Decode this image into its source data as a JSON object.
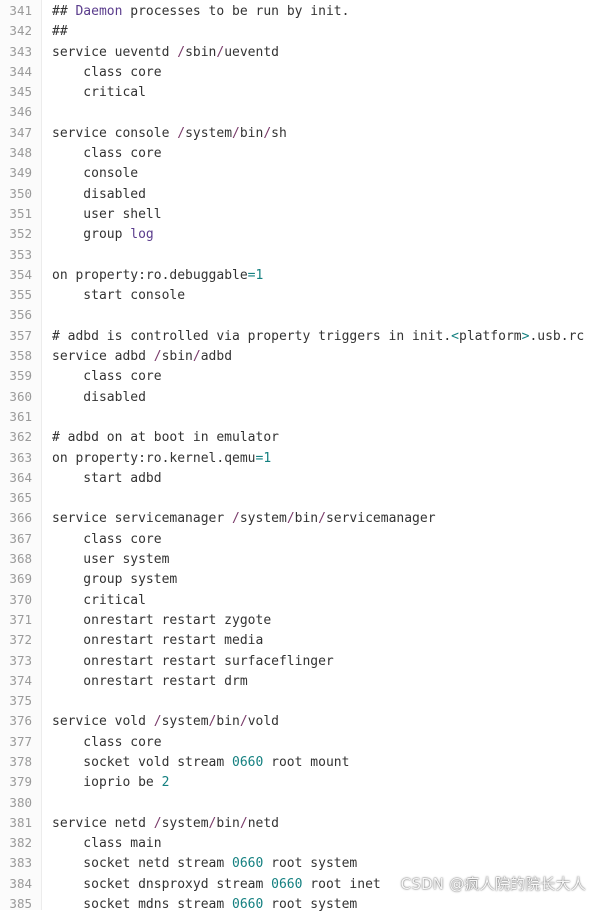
{
  "editor": {
    "lines": [
      {
        "no": "341",
        "text": "## Daemon processes to be run by init."
      },
      {
        "no": "342",
        "text": "##"
      },
      {
        "no": "343",
        "text": "service ueventd /sbin/ueventd"
      },
      {
        "no": "344",
        "text": "    class core"
      },
      {
        "no": "345",
        "text": "    critical"
      },
      {
        "no": "346",
        "text": ""
      },
      {
        "no": "347",
        "text": "service console /system/bin/sh"
      },
      {
        "no": "348",
        "text": "    class core"
      },
      {
        "no": "349",
        "text": "    console"
      },
      {
        "no": "350",
        "text": "    disabled"
      },
      {
        "no": "351",
        "text": "    user shell"
      },
      {
        "no": "352",
        "text": "    group log"
      },
      {
        "no": "353",
        "text": ""
      },
      {
        "no": "354",
        "text": "on property:ro.debuggable=1"
      },
      {
        "no": "355",
        "text": "    start console"
      },
      {
        "no": "356",
        "text": ""
      },
      {
        "no": "357",
        "text": "# adbd is controlled via property triggers in init.<platform>.usb.rc"
      },
      {
        "no": "358",
        "text": "service adbd /sbin/adbd"
      },
      {
        "no": "359",
        "text": "    class core"
      },
      {
        "no": "360",
        "text": "    disabled"
      },
      {
        "no": "361",
        "text": ""
      },
      {
        "no": "362",
        "text": "# adbd on at boot in emulator"
      },
      {
        "no": "363",
        "text": "on property:ro.kernel.qemu=1"
      },
      {
        "no": "364",
        "text": "    start adbd"
      },
      {
        "no": "365",
        "text": ""
      },
      {
        "no": "366",
        "text": "service servicemanager /system/bin/servicemanager"
      },
      {
        "no": "367",
        "text": "    class core"
      },
      {
        "no": "368",
        "text": "    user system"
      },
      {
        "no": "369",
        "text": "    group system"
      },
      {
        "no": "370",
        "text": "    critical"
      },
      {
        "no": "371",
        "text": "    onrestart restart zygote"
      },
      {
        "no": "372",
        "text": "    onrestart restart media"
      },
      {
        "no": "373",
        "text": "    onrestart restart surfaceflinger"
      },
      {
        "no": "374",
        "text": "    onrestart restart drm"
      },
      {
        "no": "375",
        "text": ""
      },
      {
        "no": "376",
        "text": "service vold /system/bin/vold"
      },
      {
        "no": "377",
        "text": "    class core"
      },
      {
        "no": "378",
        "text": "    socket vold stream 0660 root mount"
      },
      {
        "no": "379",
        "text": "    ioprio be 2"
      },
      {
        "no": "380",
        "text": ""
      },
      {
        "no": "381",
        "text": "service netd /system/bin/netd"
      },
      {
        "no": "382",
        "text": "    class main"
      },
      {
        "no": "383",
        "text": "    socket netd stream 0660 root system"
      },
      {
        "no": "384",
        "text": "    socket dnsproxyd stream 0660 root inet"
      },
      {
        "no": "385",
        "text": "    socket mdns stream 0660 root system"
      }
    ]
  },
  "watermark": {
    "text": "CSDN @疯人院的院长大人"
  },
  "colors": {
    "text": "#333333",
    "line_number": "#9a9a9a",
    "keyword_word": "#5a3c8c",
    "number": "#148080",
    "background": "#ffffff"
  }
}
